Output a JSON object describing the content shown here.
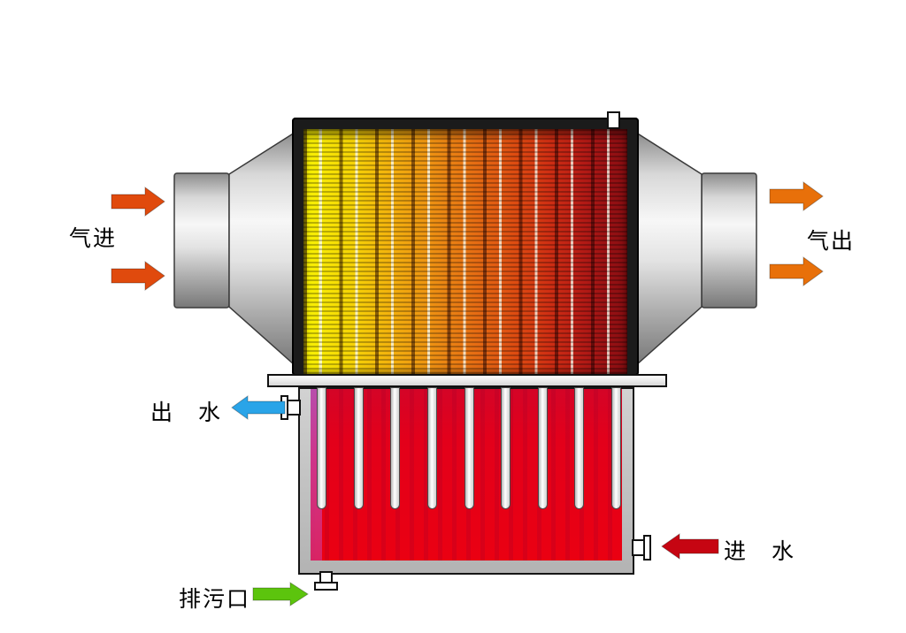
{
  "labels": {
    "gas_in": "气进",
    "gas_out": "气出",
    "water_out": "出　水",
    "water_in": "进　水",
    "drain": "排污口"
  },
  "colors": {
    "gas_in_arrow": "#e04a0d",
    "gas_out_arrow": "#e8700a",
    "water_out_arrow": "#2aa4e8",
    "water_in_arrow": "#c60512",
    "drain_arrow": "#5cc40d",
    "core_hot_left": "#f8f303",
    "core_hot_right": "#870e11",
    "tank_water": "#e3001a",
    "shell_metal": "#c6c6c6"
  }
}
